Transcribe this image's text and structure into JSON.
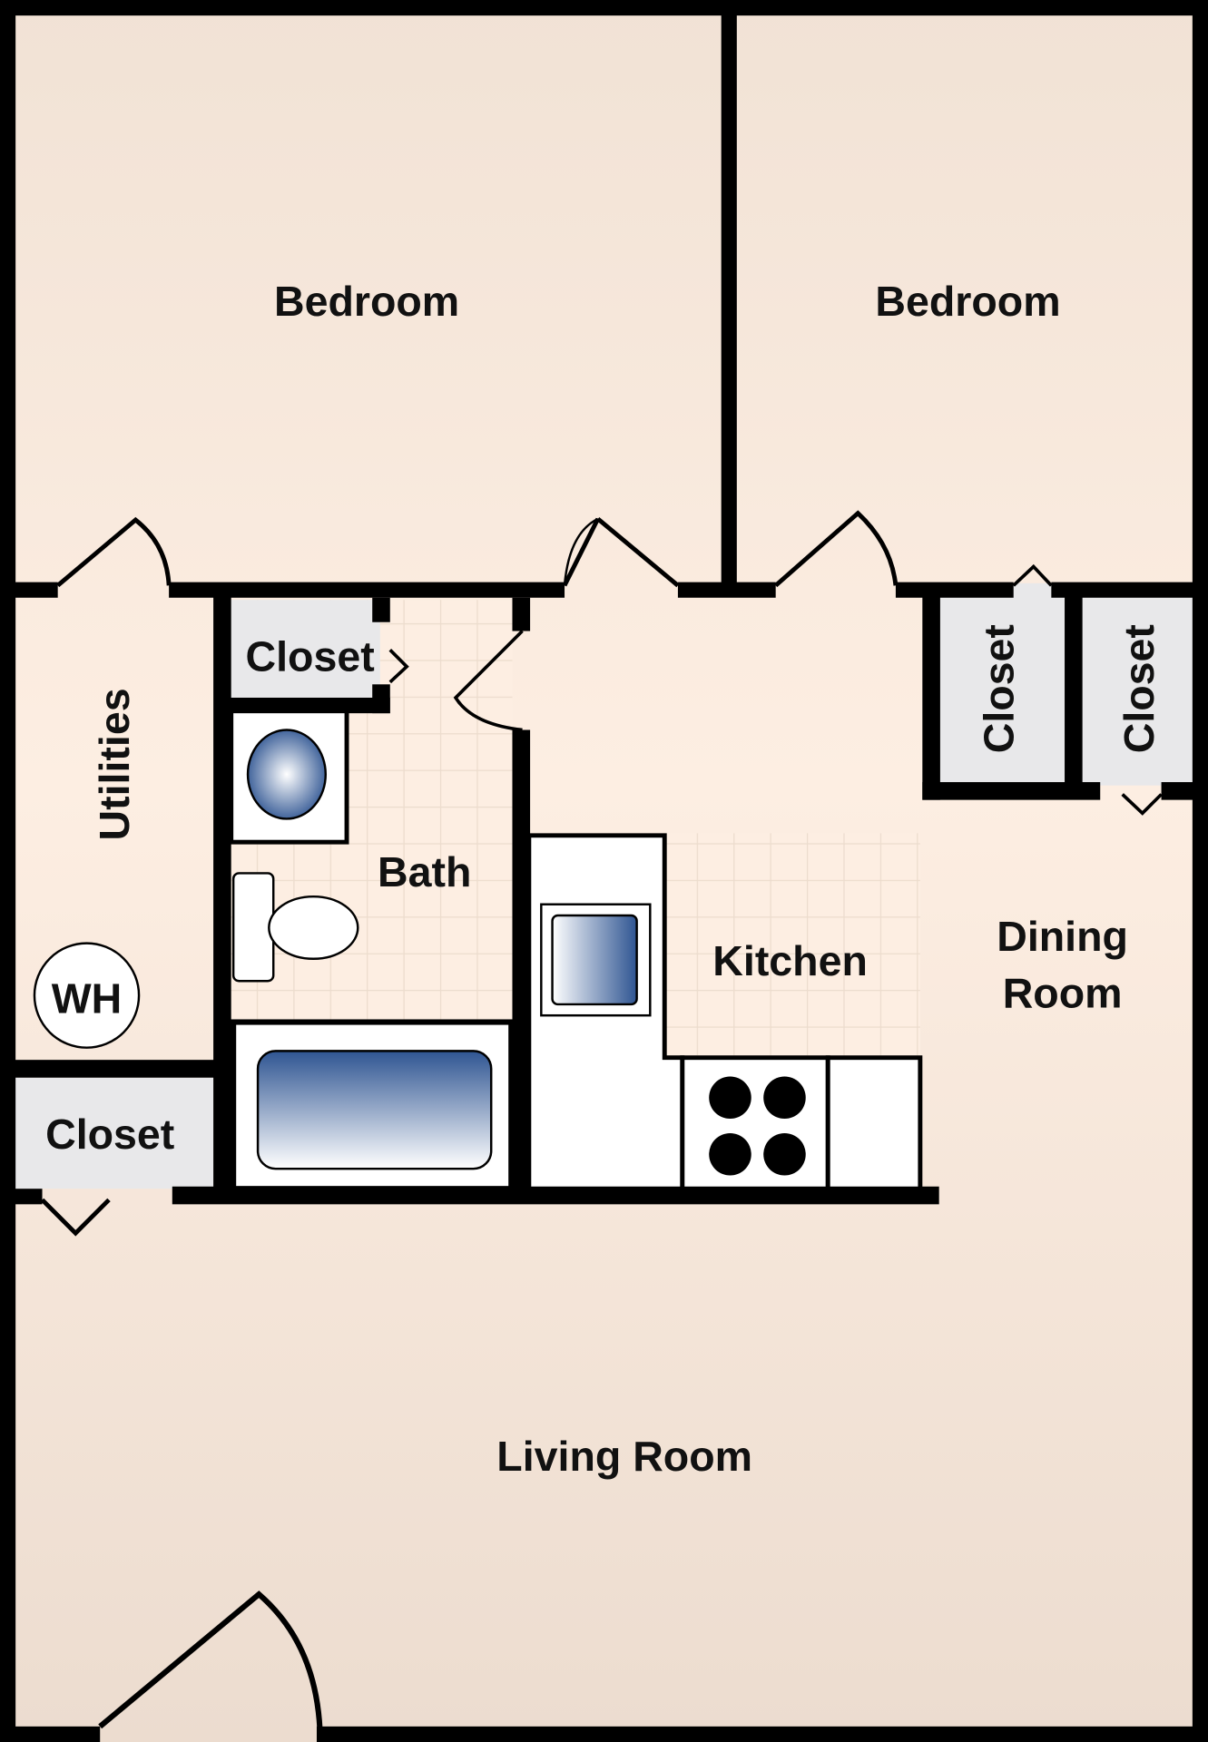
{
  "floorplan": {
    "colors": {
      "wall": "#000000",
      "floor_light": "#fdeee2",
      "floor_dark": "#efe0d2",
      "closet": "#e8e8ea",
      "tile_line": "#ecdccd",
      "fixture": "#ffffff",
      "fixture_blue": "#2f5592"
    },
    "rooms": {
      "bedroom_left": "Bedroom",
      "bedroom_right": "Bedroom",
      "utilities": "Utilities",
      "water_heater": "WH",
      "closet_bath": "Closet",
      "closet_utility": "Closet",
      "closet_dining_1": "Closet",
      "closet_dining_2": "Closet",
      "bath": "Bath",
      "kitchen": "Kitchen",
      "dining_line1": "Dining",
      "dining_line2": "Room",
      "living_room": "Living Room"
    }
  }
}
